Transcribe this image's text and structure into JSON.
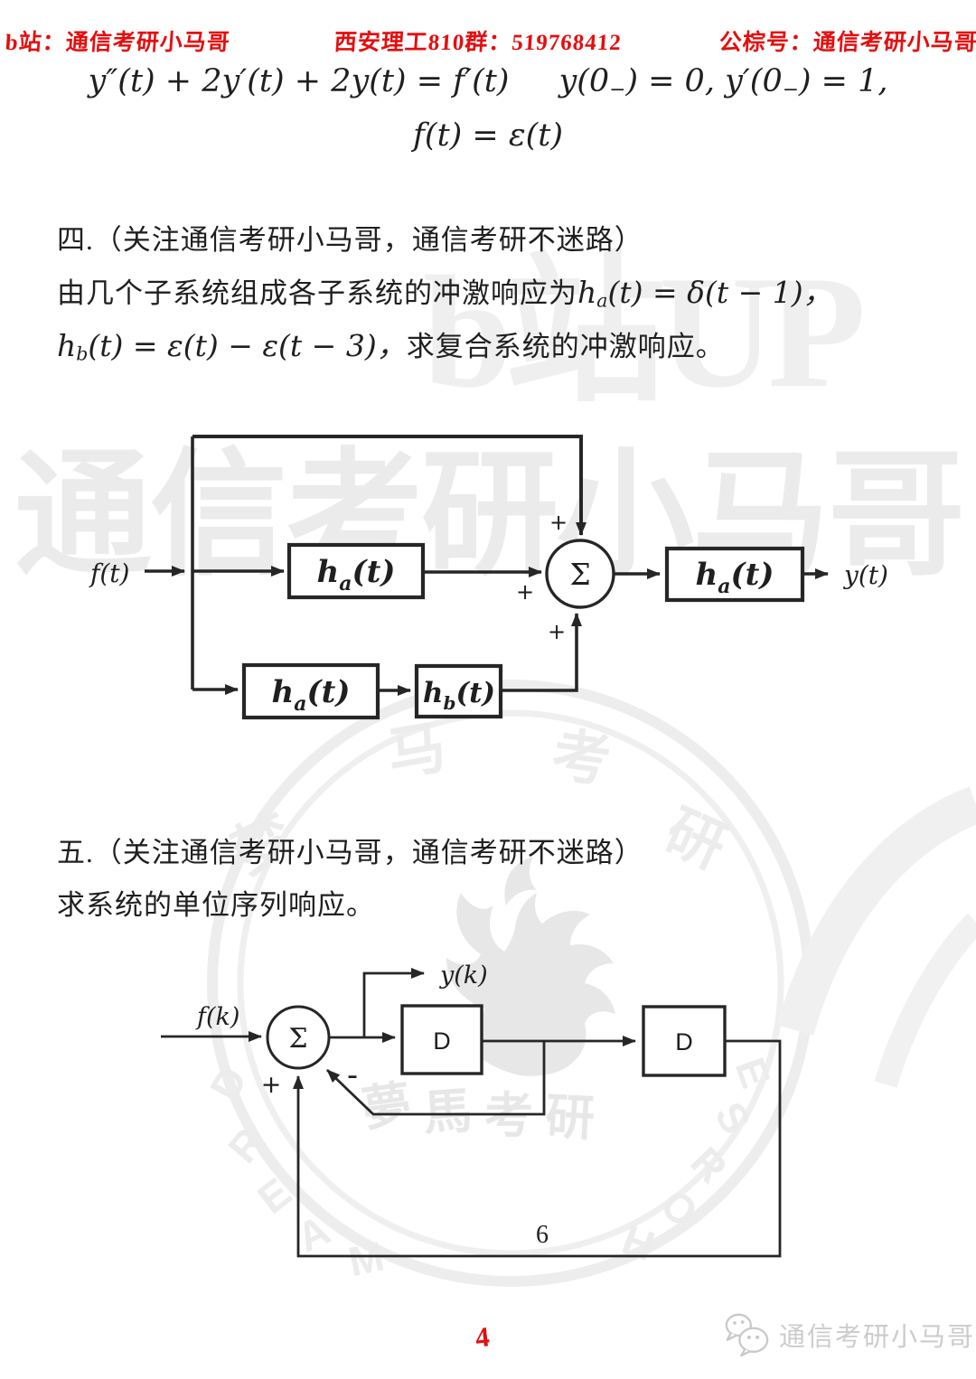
{
  "header": {
    "left": "b站：通信考研小马哥",
    "center": "西安理工810群：519768412",
    "right": "公棕号：通信考研小马哥"
  },
  "equations": {
    "l1a": "y″(t) + 2y′(t) + 2y(t) = f′(t)",
    "l1b_p1": "y(0",
    "l1b_s1": "−",
    "l1b_p2": ") = 0, y′(0",
    "l1b_s2": "−",
    "l1b_p3": ") = 1,",
    "l2": "f(t) = ε(t)"
  },
  "q4": {
    "title": "四.（关注通信考研小马哥，通信考研不迷路）",
    "body_prefix": "由几个子系统组成各子系统的冲激响应为",
    "ha_base": "h",
    "ha_sub": "a",
    "ha_rest": "(t) = δ(t − 1)，",
    "hb_base": "h",
    "hb_sub": "b",
    "hb_rest": "(t) = ε(t) − ε(t − 3)，",
    "body_suffix": "求复合系统的冲激响应。"
  },
  "diagram1": {
    "input_label": "f(t)",
    "output_label": "y(t)",
    "sum_label": "Σ",
    "plus_top": "+",
    "plus_mid": "+",
    "plus_bottom": "+",
    "block_mid": {
      "base": "h",
      "sub": "a",
      "rest": "(t)"
    },
    "block_bottom1": {
      "base": "h",
      "sub": "a",
      "rest": "(t)"
    },
    "block_bottom2": {
      "base": "h",
      "sub": "b",
      "rest": "(t)"
    },
    "block_out": {
      "base": "h",
      "sub": "a",
      "rest": "(t)"
    }
  },
  "q5": {
    "title": "五.（关注通信考研小马哥，通信考研不迷路）",
    "body": "求系统的单位序列响应。"
  },
  "diagram2": {
    "input_label": "f(k)",
    "output_label": "y(k)",
    "sum_label": "Σ",
    "d1_label": "D",
    "d2_label": "D",
    "plus_label": "+",
    "minus_label": "-",
    "gain_label": "6"
  },
  "footer": {
    "page_number": "4",
    "brand": "通信考研小马哥"
  },
  "watermark": {
    "up_text": "b站UP",
    "big_text": "通信考研小马哥",
    "ring_chars": [
      "梦",
      "马",
      "考",
      "研"
    ],
    "center_chars": [
      "夢",
      "馬",
      "考",
      "研"
    ],
    "dream": [
      "D",
      "R",
      "E",
      "A",
      "M"
    ],
    "horse": [
      "H",
      "O",
      "R",
      "S",
      "E"
    ]
  },
  "colors": {
    "accent_red": "#e60d0d",
    "ink": "#1f1f1f",
    "diagram_line": "#262626",
    "watermark_gray": "#ececec",
    "footer_gray": "#cccccc"
  }
}
